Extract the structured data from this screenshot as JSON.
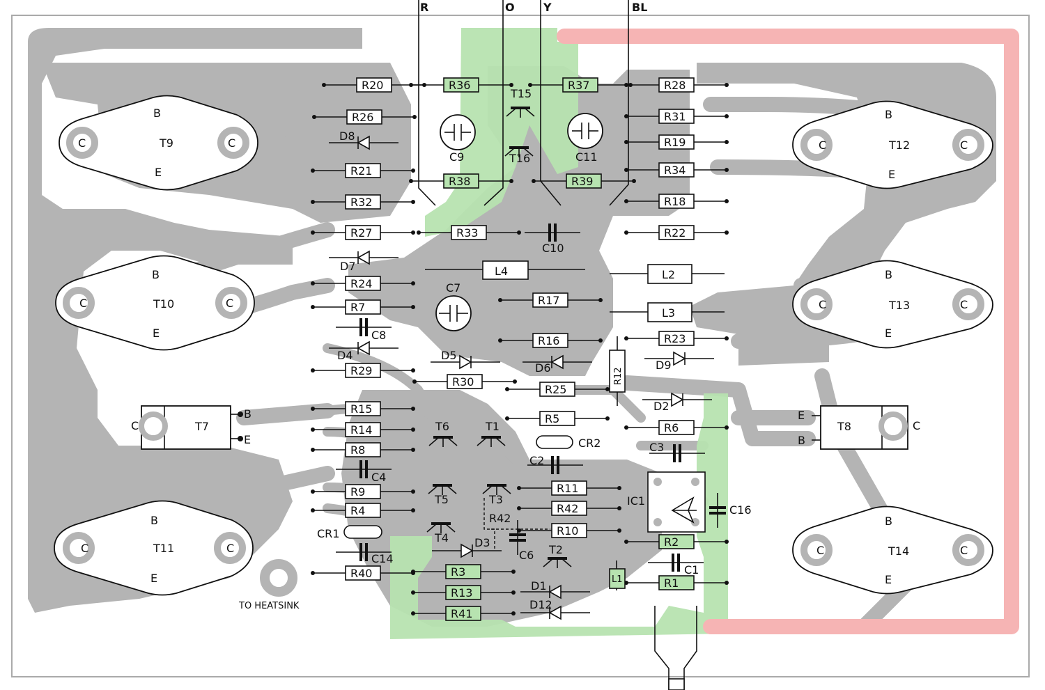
{
  "wire_labels": [
    "R",
    "O",
    "Y",
    "BL"
  ],
  "power_transistors": [
    "T9",
    "T10",
    "T11",
    "T12",
    "T13",
    "T14"
  ],
  "driver_transistors": [
    "T7",
    "T8"
  ],
  "pin_letters": {
    "base": "B",
    "collector": "C",
    "emitter": "E"
  },
  "resistors_left": [
    "R20",
    "R26",
    "R21",
    "R32",
    "R27",
    "R24",
    "R7",
    "R29",
    "R15",
    "R14",
    "R8",
    "R9",
    "R4",
    "R40"
  ],
  "resistors_center_top": [
    "R36",
    "R38",
    "R37",
    "R39",
    "R33"
  ],
  "resistors_right": [
    "R28",
    "R31",
    "R19",
    "R34",
    "R18",
    "R22",
    "R23",
    "R6",
    "R2",
    "R1"
  ],
  "resistors_center": [
    "R17",
    "R16",
    "R30",
    "R25",
    "R5",
    "R11",
    "R42",
    "R10",
    "R3",
    "R13",
    "R41",
    "R12"
  ],
  "inductors": [
    "L4",
    "L2",
    "L3",
    "L1"
  ],
  "capacitors": [
    "C9",
    "C11",
    "C10",
    "C7",
    "C8",
    "C4",
    "C14",
    "C2",
    "C3",
    "C16",
    "C6",
    "C1"
  ],
  "diodes": [
    "D8",
    "D7",
    "D4",
    "D5",
    "D6",
    "D9",
    "D2",
    "D3",
    "D1",
    "D12"
  ],
  "small_transistors": [
    "T15",
    "T16",
    "T6",
    "T1",
    "T5",
    "T3",
    "T4",
    "T2"
  ],
  "misc": {
    "cr1": "CR1",
    "cr2": "CR2",
    "ic1": "IC1",
    "r42_alt": "R42"
  },
  "note": "TO HEATSINK",
  "colors": {
    "track": "#b4b4b4",
    "green_zone": "#b7e3b0",
    "red_rail": "#f6b4b4",
    "outline": "#111111"
  }
}
